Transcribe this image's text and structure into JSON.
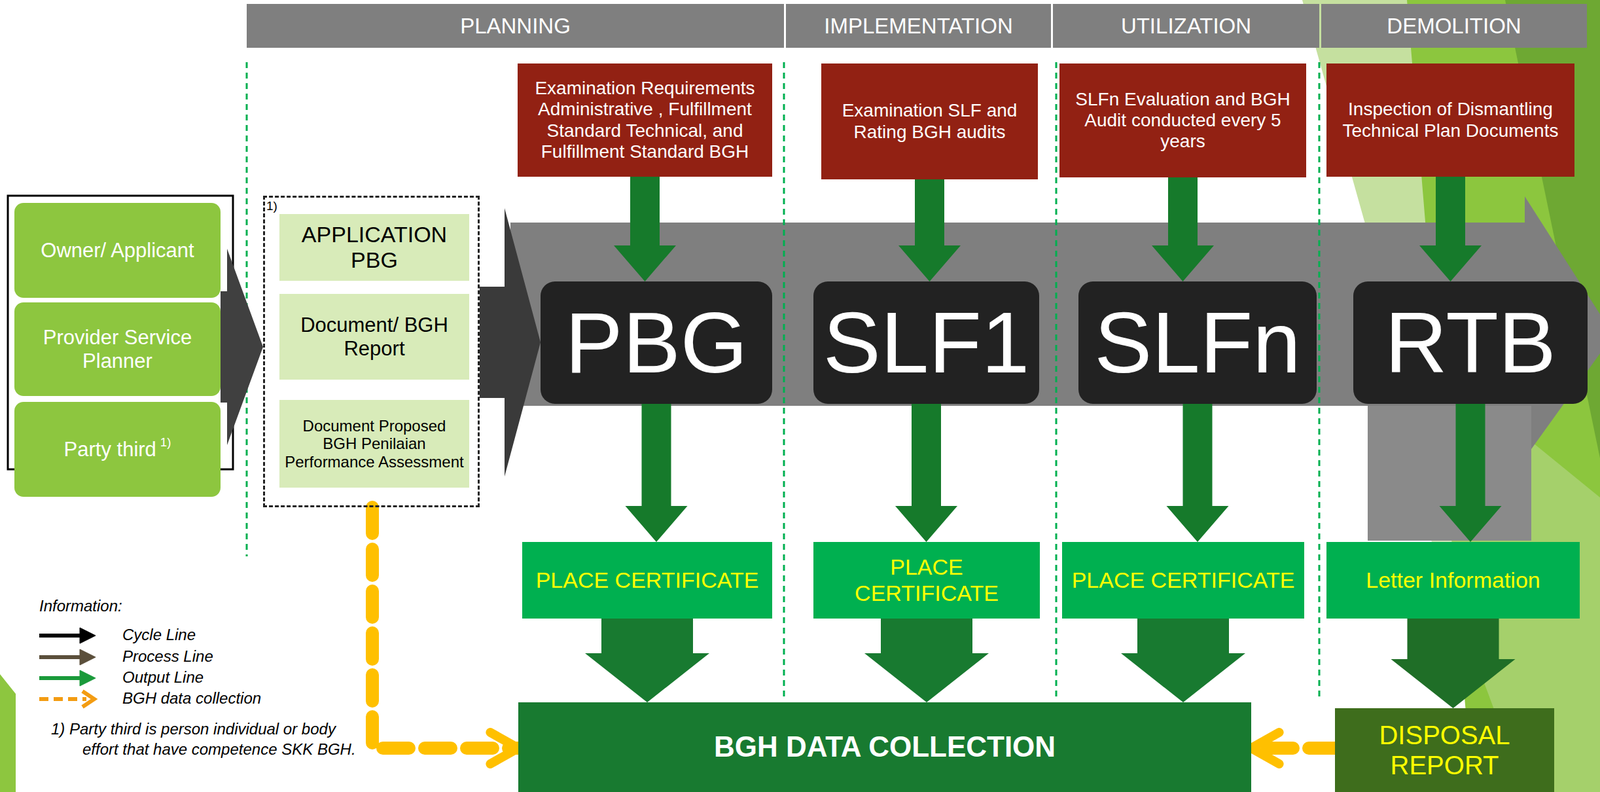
{
  "diagram": {
    "nodes": [
      {
        "text": [
          "PLANNING"
        ]
      },
      {
        "text": [
          "IMPLEMENTATION"
        ]
      },
      {
        "text": [
          "UTILIZATION"
        ]
      },
      {
        "text": [
          "DEMOLITION"
        ]
      },
      {
        "text": [
          "Owner/ Applicant"
        ]
      },
      {
        "text": [
          "Provider Service Planner"
        ]
      },
      {
        "text": [
          "Party third",
          "1)"
        ]
      },
      {
        "text": [
          "1)"
        ]
      },
      {
        "text": [
          "APPLICATION PBG"
        ],
        "in": 7
      },
      {
        "text": [
          "Document/ BGH Report"
        ],
        "in": 7
      },
      {
        "text": [
          "Document Proposed BGH Penilaian Performance Assessment"
        ],
        "in": 7
      },
      {
        "text": [
          "Examination Requirements Administrative , Fulfillment Standard Technical, and Fulfillment Standard BGH"
        ]
      },
      {
        "text": [
          "Examination SLF and Rating BGH audits"
        ]
      },
      {
        "text": [
          "SLFn Evaluation and BGH Audit conducted every 5 years"
        ]
      },
      {
        "text": [
          "Inspection of Dismantling Technical Plan Documents"
        ]
      },
      {
        "text": [
          "PBG"
        ]
      },
      {
        "text": [
          "SLF1"
        ]
      },
      {
        "text": [
          "SLFn"
        ]
      },
      {
        "text": [
          "RTB"
        ]
      },
      {
        "text": [
          "PLACE CERTIFICATE"
        ]
      },
      {
        "text": [
          "PLACE CERTIFICATE"
        ]
      },
      {
        "text": [
          "PLACE CERTIFICATE"
        ]
      },
      {
        "text": [
          "Letter Information"
        ]
      },
      {
        "text": [
          "BGH DATA COLLECTION"
        ]
      },
      {
        "text": [
          "DISPOSAL REPORT"
        ]
      }
    ],
    "edges": [
      {
        "from": 5,
        "to": 7,
        "arrow": "to"
      },
      {
        "from": 7,
        "to": 15,
        "arrow": "to"
      },
      {
        "from": 11,
        "to": 15,
        "arrow": "to"
      },
      {
        "from": 12,
        "to": 16,
        "arrow": "to"
      },
      {
        "from": 13,
        "to": 17,
        "arrow": "to"
      },
      {
        "from": 14,
        "to": 18,
        "arrow": "to"
      },
      {
        "from": 15,
        "to": 19,
        "arrow": "to"
      },
      {
        "from": 16,
        "to": 20,
        "arrow": "to"
      },
      {
        "from": 17,
        "to": 21,
        "arrow": "to"
      },
      {
        "from": 18,
        "to": 22,
        "arrow": "to"
      },
      {
        "from": 19,
        "to": 23,
        "arrow": "to"
      },
      {
        "from": 20,
        "to": 23,
        "arrow": "to"
      },
      {
        "from": 21,
        "to": 23,
        "arrow": "to"
      },
      {
        "from": 22,
        "to": 24,
        "arrow": "to"
      },
      {
        "from": 24,
        "to": 23,
        "arrow": "to"
      },
      {
        "from": 7,
        "to": 23,
        "arrow": "to"
      }
    ],
    "labels": [
      "Information:",
      "1) Party third is person individual or body effort that have competence SKK BGH."
    ],
    "legend": [
      {
        "text": "Cycle Line"
      },
      {
        "text": "Process Line"
      },
      {
        "text": "Output Line"
      },
      {
        "text": "BGH data collection"
      }
    ]
  }
}
